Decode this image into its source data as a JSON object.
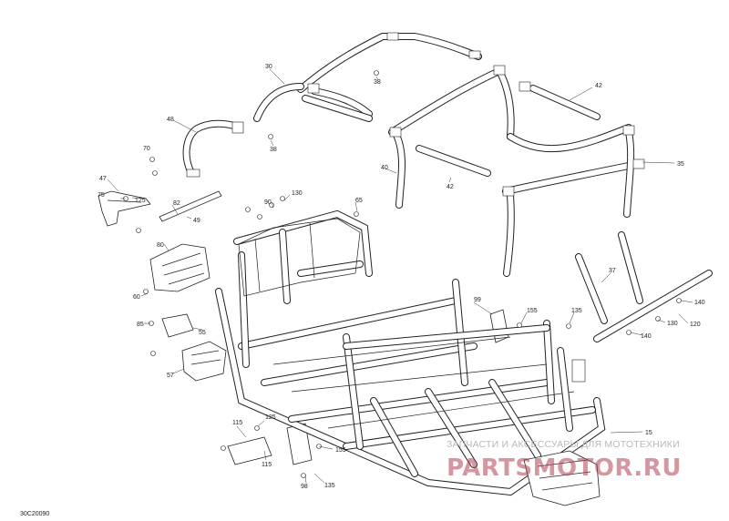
{
  "diagram": {
    "reference_code": "30C20090",
    "callouts": [
      {
        "id": "c30",
        "text": "30"
      },
      {
        "id": "c38a",
        "text": "38"
      },
      {
        "id": "c38b",
        "text": "38"
      },
      {
        "id": "c42a",
        "text": "42"
      },
      {
        "id": "c42b",
        "text": "42"
      },
      {
        "id": "c35",
        "text": "35"
      },
      {
        "id": "c40",
        "text": "40"
      },
      {
        "id": "c48",
        "text": "48"
      },
      {
        "id": "c70",
        "text": "70"
      },
      {
        "id": "c47",
        "text": "47"
      },
      {
        "id": "c75",
        "text": "75"
      },
      {
        "id": "c125a",
        "text": "125"
      },
      {
        "id": "c82",
        "text": "82"
      },
      {
        "id": "c49",
        "text": "49"
      },
      {
        "id": "c90",
        "text": "90"
      },
      {
        "id": "c130a",
        "text": "130"
      },
      {
        "id": "c65",
        "text": "65"
      },
      {
        "id": "c80",
        "text": "80"
      },
      {
        "id": "c60",
        "text": "60"
      },
      {
        "id": "c85",
        "text": "85"
      },
      {
        "id": "c55",
        "text": "55"
      },
      {
        "id": "c57",
        "text": "57"
      },
      {
        "id": "c99",
        "text": "99"
      },
      {
        "id": "c155a",
        "text": "155"
      },
      {
        "id": "c135a",
        "text": "135"
      },
      {
        "id": "c37",
        "text": "37"
      },
      {
        "id": "c140a",
        "text": "140"
      },
      {
        "id": "c130b",
        "text": "130"
      },
      {
        "id": "c120",
        "text": "120"
      },
      {
        "id": "c140b",
        "text": "140"
      },
      {
        "id": "c115a",
        "text": "115"
      },
      {
        "id": "c125b",
        "text": "125"
      },
      {
        "id": "c115b",
        "text": "115"
      },
      {
        "id": "c155b",
        "text": "155"
      },
      {
        "id": "c98",
        "text": "98"
      },
      {
        "id": "c135b",
        "text": "135"
      },
      {
        "id": "c15",
        "text": "15"
      }
    ]
  },
  "watermark": {
    "tagline": "ЗАПЧАСТИ И АКСЕССУАРЫ ДЛЯ МОТОТЕХНИКИ",
    "logo_text": "PARTSMOTOR.RU"
  }
}
